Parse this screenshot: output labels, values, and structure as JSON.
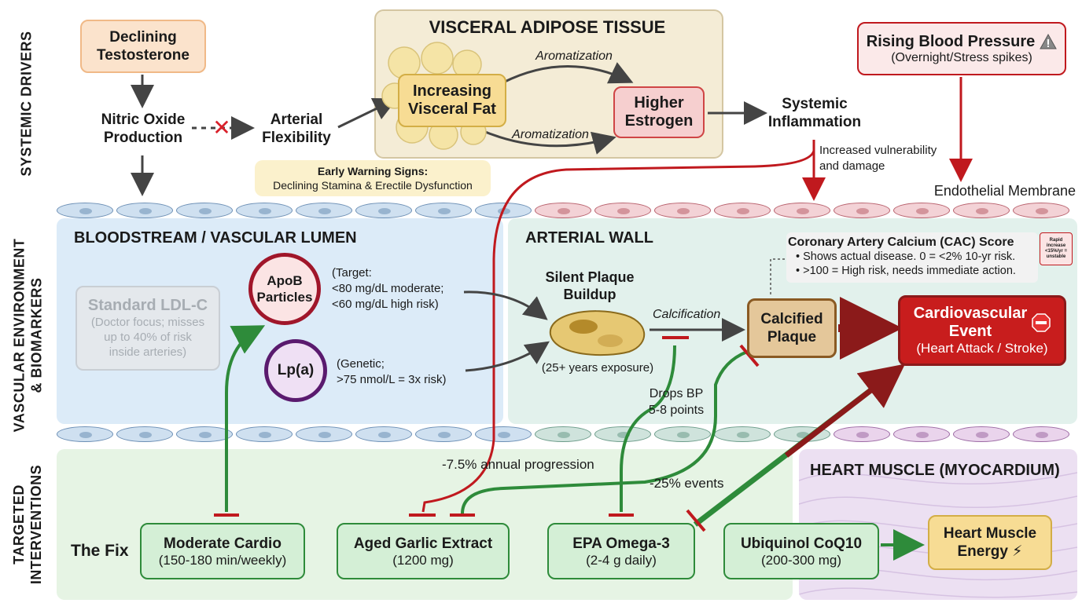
{
  "side_labels": {
    "systemic": "SYSTEMIC DRIVERS",
    "vascular": [
      "VASCULAR ENVIRONMENT",
      "& BIOMARKERS"
    ],
    "interventions": [
      "TARGETED",
      "INTERVENTIONS"
    ]
  },
  "drivers": {
    "testosterone": [
      "Declining",
      "Testosterone"
    ],
    "nitric_oxide": [
      "Nitric Oxide",
      "Production"
    ],
    "arterial_flex": [
      "Arterial",
      "Flexibility"
    ],
    "warning_title": "Early Warning Signs:",
    "warning_text": "Declining Stamina & Erectile Dysfunction",
    "visceral_title": "VISCERAL ADIPOSE TISSUE",
    "visceral_fat": [
      "Increasing",
      "Visceral Fat"
    ],
    "aromatization_top": "Aromatization",
    "aromatization_bottom": "Aromatization",
    "estrogen": [
      "Higher",
      "Estrogen"
    ],
    "inflammation": [
      "Systemic",
      "Inflammation"
    ],
    "vulnerability": [
      "Increased vulnerability",
      "and damage"
    ],
    "bp_title": "Rising Blood Pressure",
    "bp_sub": "(Overnight/Stress spikes)",
    "endothelial": "Endothelial Membrane"
  },
  "blood": {
    "title": "BLOODSTREAM / VASCULAR LUMEN",
    "ldl_title": "Standard LDL-C",
    "ldl_desc": [
      "(Doctor focus; misses",
      "up to 40% of risk",
      "inside arteries)"
    ],
    "apob": [
      "ApoB",
      "Particles"
    ],
    "apob_note": [
      "(Target:",
      "<80 mg/dL moderate;",
      "<60 mg/dL high risk)"
    ],
    "lpa": "Lp(a)",
    "lpa_note": [
      "(Genetic;",
      ">75 nmol/L = 3x risk)"
    ]
  },
  "wall": {
    "title": "ARTERIAL WALL",
    "plaque_title": [
      "Silent Plaque",
      "Buildup"
    ],
    "plaque_exposure": "(25+ years exposure)",
    "calcification": "Calcification",
    "calcified": [
      "Calcified",
      "Plaque"
    ],
    "cac_title": "Coronary Artery Calcium (CAC) Score",
    "cac_line1": "• Shows actual disease. 0 = <2% 10-yr risk.",
    "cac_line2": "• >100 = High risk, needs immediate action.",
    "cac_badge": [
      "Rapid",
      "increase",
      "<15%/yr =",
      "unstable"
    ],
    "cv_title": [
      "Cardiovascular",
      "Event"
    ],
    "cv_sub": "(Heart Attack / Stroke)",
    "drops_bp": [
      "Drops BP",
      "5-8 points"
    ]
  },
  "interventions": {
    "the_fix": "The Fix",
    "annual": "-7.5% annual progression",
    "events": "-25% events",
    "cardio": [
      "Moderate Cardio",
      "(150-180 min/weekly)"
    ],
    "garlic": [
      "Aged Garlic Extract",
      "(1200 mg)"
    ],
    "omega": [
      "EPA Omega-3",
      "(2-4 g daily)"
    ],
    "coq10": [
      "Ubiquinol CoQ10",
      "(200-300 mg)"
    ]
  },
  "heart": {
    "title": "HEART MUSCLE (MYOCARDIUM)",
    "energy": [
      "Heart Muscle",
      "Energy"
    ]
  },
  "colors": {
    "driver_fill": "#fbe3cc",
    "estrogen_fill": "#f6cfcf",
    "risk_red": "#b91c1c",
    "green": "#2e8b3a",
    "intervention_fill": "#d4efd6",
    "plaque_fill": "#e6c873"
  },
  "icons": [
    "x-block-icon",
    "warning-triangle-icon",
    "stop-sign-icon",
    "lightning-icon",
    "inhibit-bar-icon"
  ]
}
